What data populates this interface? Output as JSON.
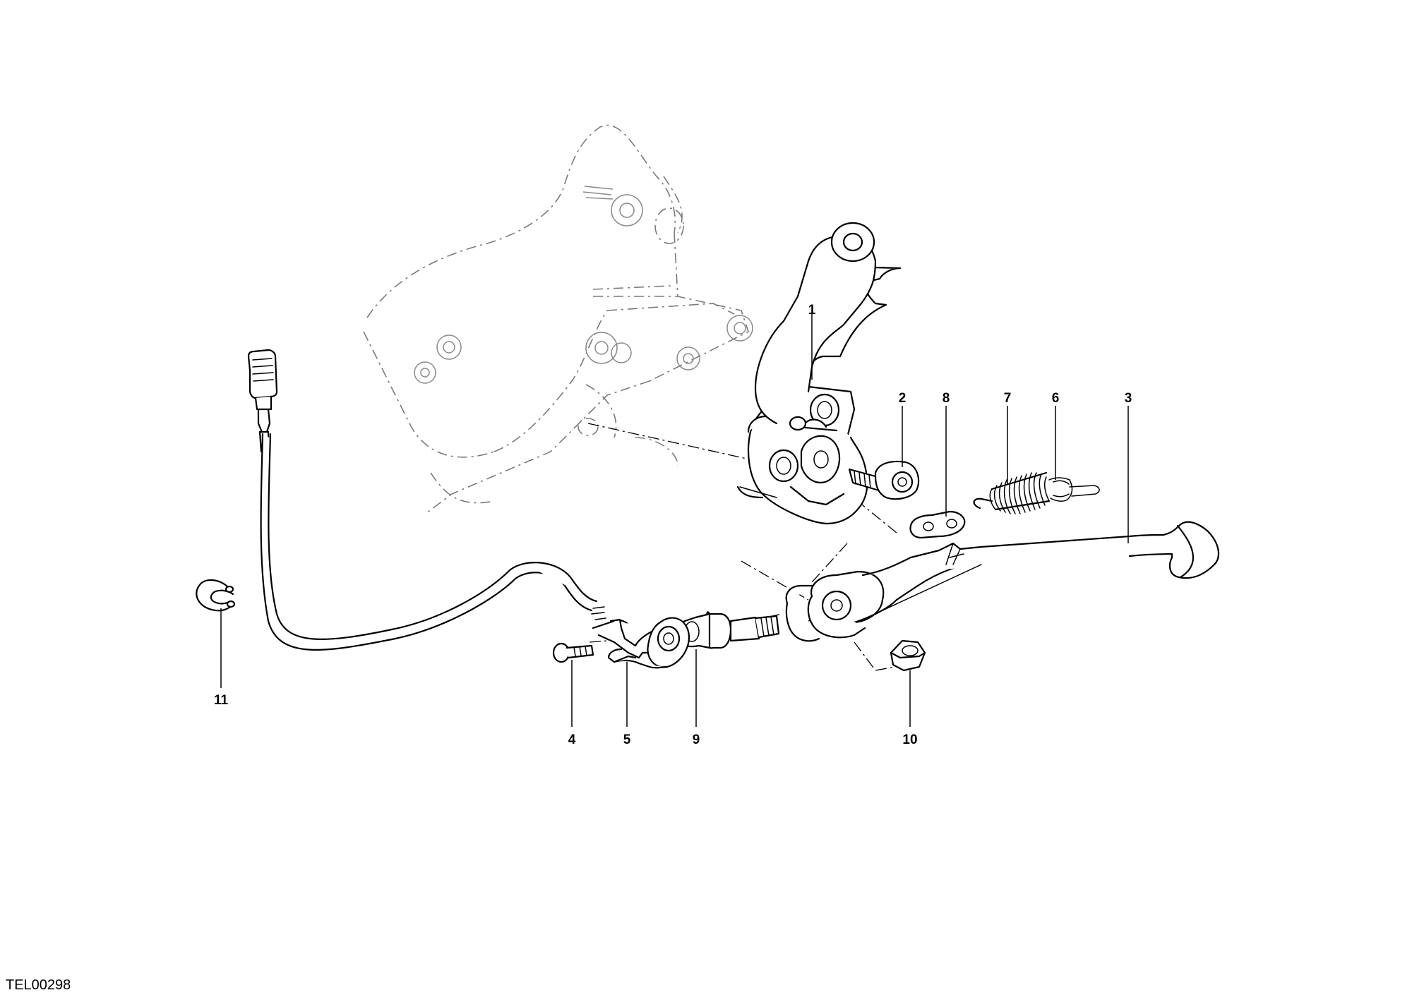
{
  "figure_id": "TEL00298",
  "callouts": [
    {
      "num": "1"
    },
    {
      "num": "2"
    },
    {
      "num": "3"
    },
    {
      "num": "4"
    },
    {
      "num": "5"
    },
    {
      "num": "6"
    },
    {
      "num": "7"
    },
    {
      "num": "8"
    },
    {
      "num": "9"
    },
    {
      "num": "10"
    },
    {
      "num": "11"
    }
  ]
}
